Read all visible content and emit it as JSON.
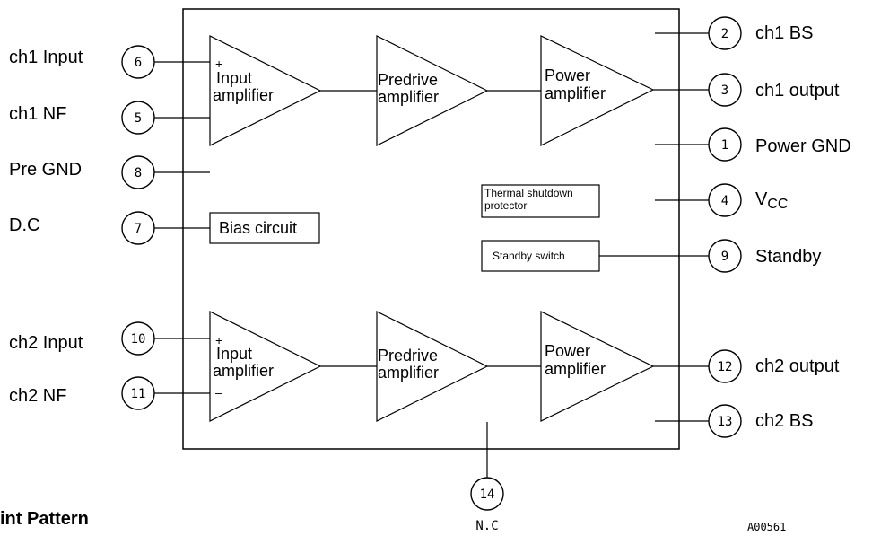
{
  "pins": {
    "ch1_input": {
      "num": "6",
      "label": "ch1 Input"
    },
    "ch1_nf": {
      "num": "5",
      "label": "ch1 NF"
    },
    "pre_gnd": {
      "num": "8",
      "label": "Pre GND"
    },
    "dc": {
      "num": "7",
      "label": "D.C"
    },
    "ch2_input": {
      "num": "10",
      "label": "ch2 Input"
    },
    "ch2_nf": {
      "num": "11",
      "label": "ch2 NF"
    },
    "ch1_bs": {
      "num": "2",
      "label": "ch1 BS"
    },
    "ch1_output": {
      "num": "3",
      "label": "ch1 output"
    },
    "power_gnd": {
      "num": "1",
      "label": "Power GND"
    },
    "vcc": {
      "num": "4",
      "label_main": "V",
      "label_sub": "CC"
    },
    "standby": {
      "num": "9",
      "label": "Standby"
    },
    "ch2_output": {
      "num": "12",
      "label": "ch2 output"
    },
    "ch2_bs": {
      "num": "13",
      "label": "ch2 BS"
    },
    "nc": {
      "num": "14",
      "label": "N.C"
    }
  },
  "blocks": {
    "input_amp_line1": "Input",
    "input_amp_line2": "amplifier",
    "predrive_line1": "Predrive",
    "predrive_line2": "amplifier",
    "power_line1": "Power",
    "power_line2": "amplifier",
    "plus": "+",
    "minus": "–",
    "bias": "Bias circuit",
    "thermal_line1": "Thermal shutdown",
    "thermal_line2": "protector",
    "standby_switch": "Standby switch"
  },
  "section_heading_fragment": "int Pattern",
  "figure_code": "A00561"
}
